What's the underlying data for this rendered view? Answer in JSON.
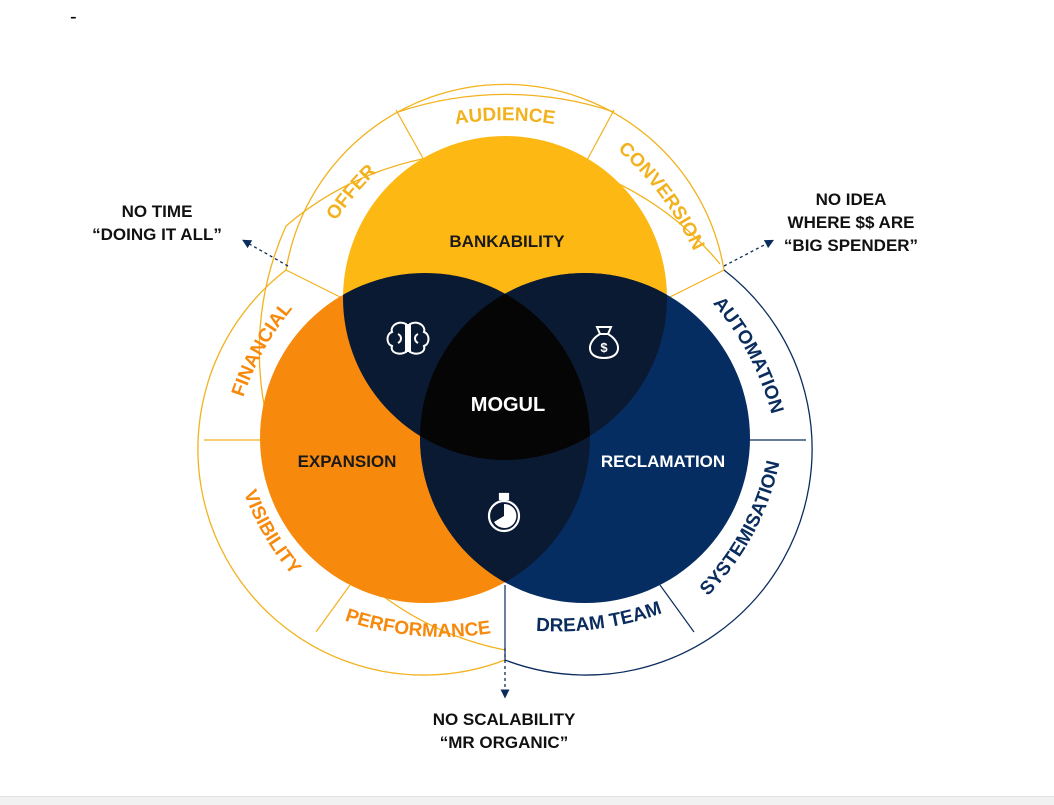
{
  "top_mark": "-",
  "colors": {
    "yellow": "#fdb813",
    "orange": "#f7890c",
    "navy": "#062d62",
    "center": "#050505",
    "lens": "#0b1a33",
    "ring_gold": "#f2b21e",
    "ring_navy": "#0b2d5e",
    "note": "#111111"
  },
  "circles": {
    "top": "BANKABILITY",
    "left": "EXPANSION",
    "right": "RECLAMATION",
    "center": "MOGUL"
  },
  "ring_labels": {
    "audience": "AUDIENCE",
    "offer": "OFFER",
    "conversion": "CONVERSION",
    "financial": "FINANCIAL",
    "visibility": "VISIBILITY",
    "performance": "PERFORMANCE",
    "automation": "AUTOMATION",
    "systemisation": "SYSTEMISATION",
    "dream_team": "DREAM TEAM"
  },
  "notes": {
    "left": {
      "line1": "NO TIME",
      "line2": "“DOING IT ALL”"
    },
    "right": {
      "line1": "NO IDEA",
      "line2": "WHERE $$ ARE",
      "line3": "“BIG SPENDER”"
    },
    "bottom": {
      "line1": "NO SCALABILITY",
      "line2": "“MR ORGANIC”"
    }
  },
  "icons": [
    "brain-icon",
    "money-bag-icon",
    "stopwatch-icon"
  ]
}
